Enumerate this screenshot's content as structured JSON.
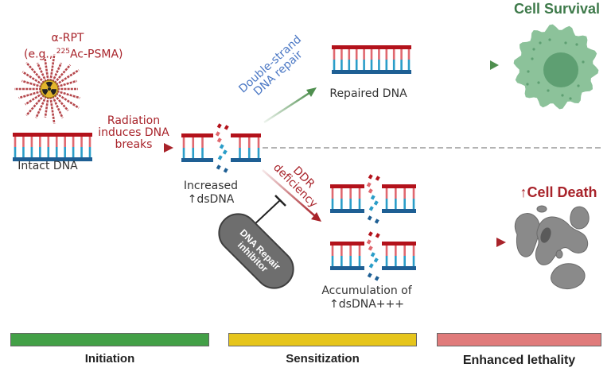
{
  "figure": {
    "agent": {
      "line1": "α-RPT",
      "line2_prefix": "(e.g., ",
      "line2_sup": "225",
      "line2_suffix": "Ac-PSMA)",
      "icon": "radiation-icon"
    },
    "nodes": {
      "intact_dna": "Intact DNA",
      "increased_line1": "Increased",
      "increased_line2": "↑dsDNA",
      "repaired_dna": "Repaired DNA",
      "accumulation_line1": "Accumulation of",
      "accumulation_line2": "↑dsDNA+++"
    },
    "arrows": {
      "radiation_line1": "Radiation",
      "radiation_line2": "induces DNA",
      "radiation_line3": "breaks",
      "repair_line1": "Double-strand",
      "repair_line2": "DNA repair",
      "ddr_line1": "DDR",
      "ddr_line2": "deficiency"
    },
    "inhibitor": {
      "line1": "DNA Repair",
      "line2": "inhibitor"
    },
    "outcomes": {
      "survival": "Cell Survival",
      "death": "↑Cell Death"
    },
    "phases": [
      {
        "label": "Initiation",
        "color": "#43a047"
      },
      {
        "label": "Sensitization",
        "color": "#e6c51c"
      },
      {
        "label": "Enhanced lethality",
        "color": "#e07b7b"
      }
    ],
    "colors": {
      "strand_red": "#b3121b",
      "strand_red_light": "#e0686f",
      "strand_blue": "#1e5f94",
      "strand_blue_light": "#2a9dc8",
      "arrow_red": "#a8232a",
      "arrow_green": "#4f8f4f",
      "cell_green": "#8cc29a",
      "cell_green_dark": "#5e9f72",
      "cell_gray": "#8a8a8a"
    }
  }
}
